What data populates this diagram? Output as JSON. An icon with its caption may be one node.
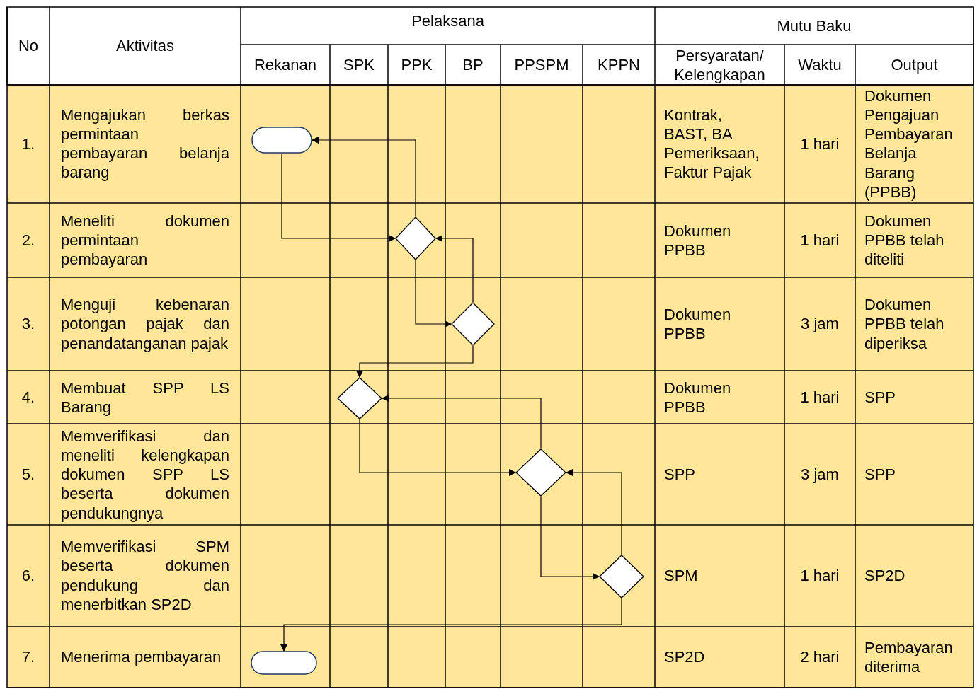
{
  "diagram": {
    "nodes": [
      {
        "text": [],
        "shape": "box"
      },
      {
        "text": [],
        "shape": "diamond"
      },
      {
        "text": [],
        "shape": "diamond"
      },
      {
        "text": [],
        "shape": "diamond"
      },
      {
        "text": [],
        "shape": "diamond"
      },
      {
        "text": [],
        "shape": "diamond"
      },
      {
        "text": [],
        "shape": "box"
      }
    ],
    "edges": [
      {
        "from": 0,
        "to": 1,
        "arrow": "to"
      },
      {
        "from": 1,
        "to": 0,
        "arrow": "to"
      },
      {
        "from": 1,
        "to": 2,
        "arrow": "to"
      },
      {
        "from": 2,
        "to": 1,
        "arrow": "to"
      },
      {
        "from": 2,
        "to": 3,
        "arrow": "to"
      },
      {
        "from": 3,
        "to": 4,
        "arrow": "to"
      },
      {
        "from": 4,
        "to": 3,
        "arrow": "to"
      },
      {
        "from": 4,
        "to": 5,
        "arrow": "to"
      },
      {
        "from": 5,
        "to": 4,
        "arrow": "to"
      },
      {
        "from": 5,
        "to": 6,
        "arrow": "to"
      }
    ],
    "labels": [
      "No",
      "Aktivitas",
      "Pelaksana",
      "Mutu Baku",
      "Rekanan",
      "SPK",
      "PPK",
      "BP",
      "PPSPM",
      "KPPN",
      "Persyaratan/ Kelengkapan",
      "Waktu",
      "Output",
      "1.",
      "Mengajukan berkas permintaan pembayaran belanja barang",
      "Kontrak, BAST, BA Pemeriksaan, Faktur Pajak",
      "1 hari",
      "Dokumen Pengajuan Pembayaran Belanja Barang (PPBB)",
      "2.",
      "Meneliti dokumen permintaan pembayaran",
      "Dokumen PPBB",
      "1 hari",
      "Dokumen PPBB telah diteliti",
      "3.",
      "Menguji kebenaran potongan pajak dan penandatanganan pajak",
      "Dokumen PPBB",
      "3 jam",
      "Dokumen PPBB telah diperiksa",
      "4.",
      "Membuat SPP LS Barang",
      "Dokumen PPBB",
      "1 hari",
      "SPP",
      "5.",
      "Memverifikasi dan meneliti kelengkapan dokumen SPP LS beserta dokumen pendukungnya",
      "SPP",
      "3 jam",
      "SPP",
      "6.",
      "Memverifikasi SPM beserta dokumen pendukung dan menerbitkan SP2D",
      "SPM",
      "1 hari",
      "SP2D",
      "7.",
      "Menerima pembayaran",
      "SP2D",
      "2 hari",
      "Pembayaran diterima"
    ]
  }
}
